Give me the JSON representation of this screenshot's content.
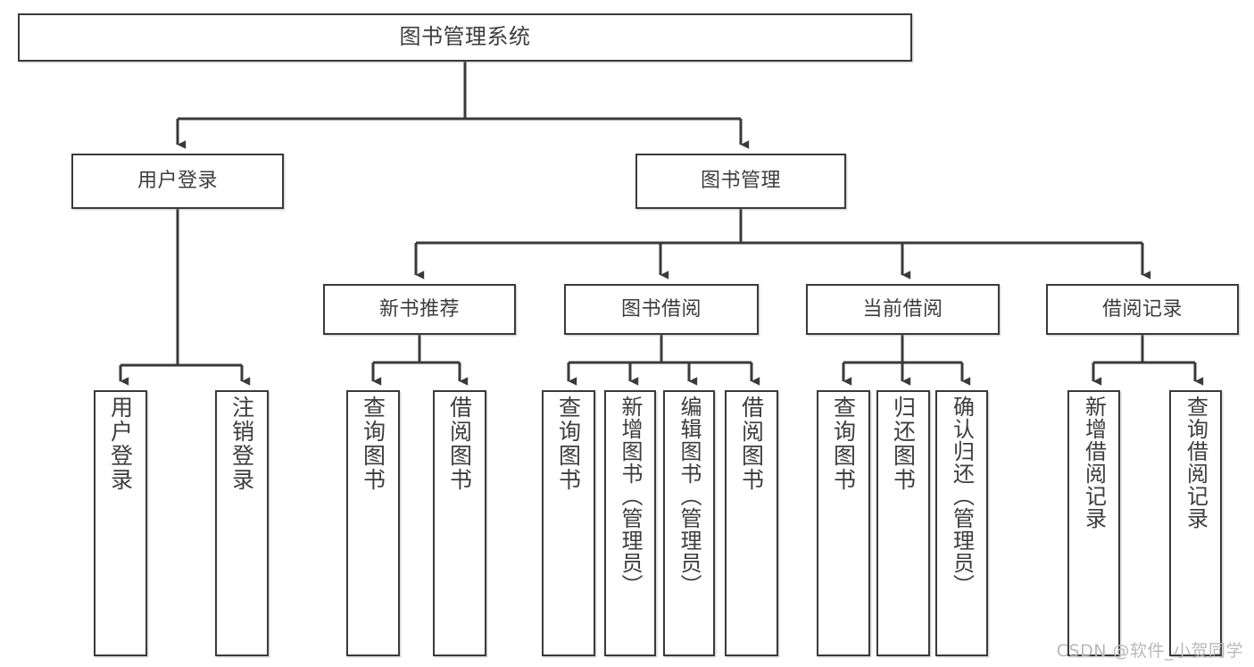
{
  "diagram": {
    "title": "图书管理系统",
    "watermark": "CSDN @软件_小贺同学",
    "colors": {
      "background": "#ffffff",
      "box_border": "#3a3a3a",
      "box_fill": "#ffffff",
      "connector": "#3a3a3a",
      "text": "#3d3d3d",
      "watermark": "#b9b9b9"
    },
    "levels": {
      "root": {
        "label": "图书管理系统"
      },
      "level2": [
        {
          "label": "用户登录"
        },
        {
          "label": "图书管理"
        }
      ],
      "level3": [
        {
          "label": "新书推荐"
        },
        {
          "label": "图书借阅"
        },
        {
          "label": "当前借阅"
        },
        {
          "label": "借阅记录"
        }
      ],
      "leaves": {
        "user_login": [
          {
            "label": "用户登录"
          },
          {
            "label": "注销登录"
          }
        ],
        "new_book_recommend": [
          {
            "label": "查询图书"
          },
          {
            "label": "借阅图书"
          }
        ],
        "book_borrow": [
          {
            "label": "查询图书"
          },
          {
            "label": "新增图书（管理员）"
          },
          {
            "label": "编辑图书（管理员）"
          },
          {
            "label": "借阅图书"
          }
        ],
        "current_borrow": [
          {
            "label": "查询图书"
          },
          {
            "label": "归还图书"
          },
          {
            "label": "确认归还（管理员）"
          }
        ],
        "borrow_records": [
          {
            "label": "新增借阅记录"
          },
          {
            "label": "查询借阅记录"
          }
        ]
      }
    }
  }
}
